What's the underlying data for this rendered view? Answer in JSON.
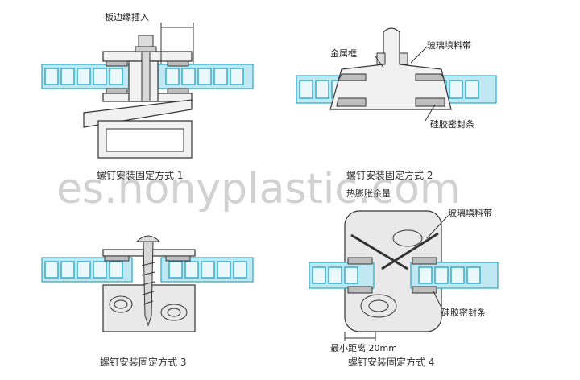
{
  "labels": {
    "edge_insert": "板边缘插入",
    "metal_frame": "金属框",
    "glass_tape_1": "玻璃填料带",
    "silicone_strip_1": "硅胶密封条",
    "thermal_expansion": "热膨胀余量",
    "glass_tape_2": "玻璃填料带",
    "silicone_strip_2": "硅胶密封条",
    "min_distance": "最小距离 20mm"
  },
  "captions": {
    "method_1": "螺钉安装固定方式 1",
    "method_2": "螺钉安装固定方式 2",
    "method_3": "螺钉安装固定方式 3",
    "method_4": "螺钉安装固定方式 4"
  },
  "watermark": "es.honyplastic.com"
}
